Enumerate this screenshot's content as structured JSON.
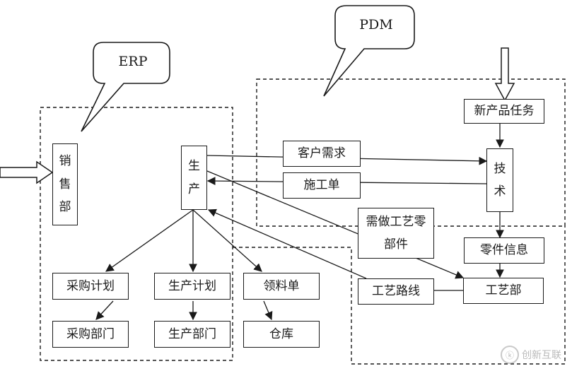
{
  "labels": {
    "erp": "ERP",
    "pdm": "PDM",
    "sales_dept": [
      "销",
      "售",
      "部"
    ],
    "production": [
      "生",
      "产"
    ],
    "customer_demand": "客户需求",
    "work_order": "施工单",
    "new_product_task": "新产品任务",
    "technology": [
      "技",
      "术"
    ],
    "process_parts_line1": "需做工艺零",
    "process_parts_line2": "部件",
    "parts_info": "零件信息",
    "process_route": "工艺路线",
    "process_dept": "工艺部",
    "purchase_plan": "采购计划",
    "production_plan": "生产计划",
    "material_requisition": "领料单",
    "purchase_dept": "采购部门",
    "production_dept": "生产部门",
    "warehouse": "仓库"
  },
  "watermark": {
    "text": "创新互联",
    "logo": "ⓚ"
  },
  "colors": {
    "line": "#1a1a1a",
    "background": "#ffffff"
  }
}
